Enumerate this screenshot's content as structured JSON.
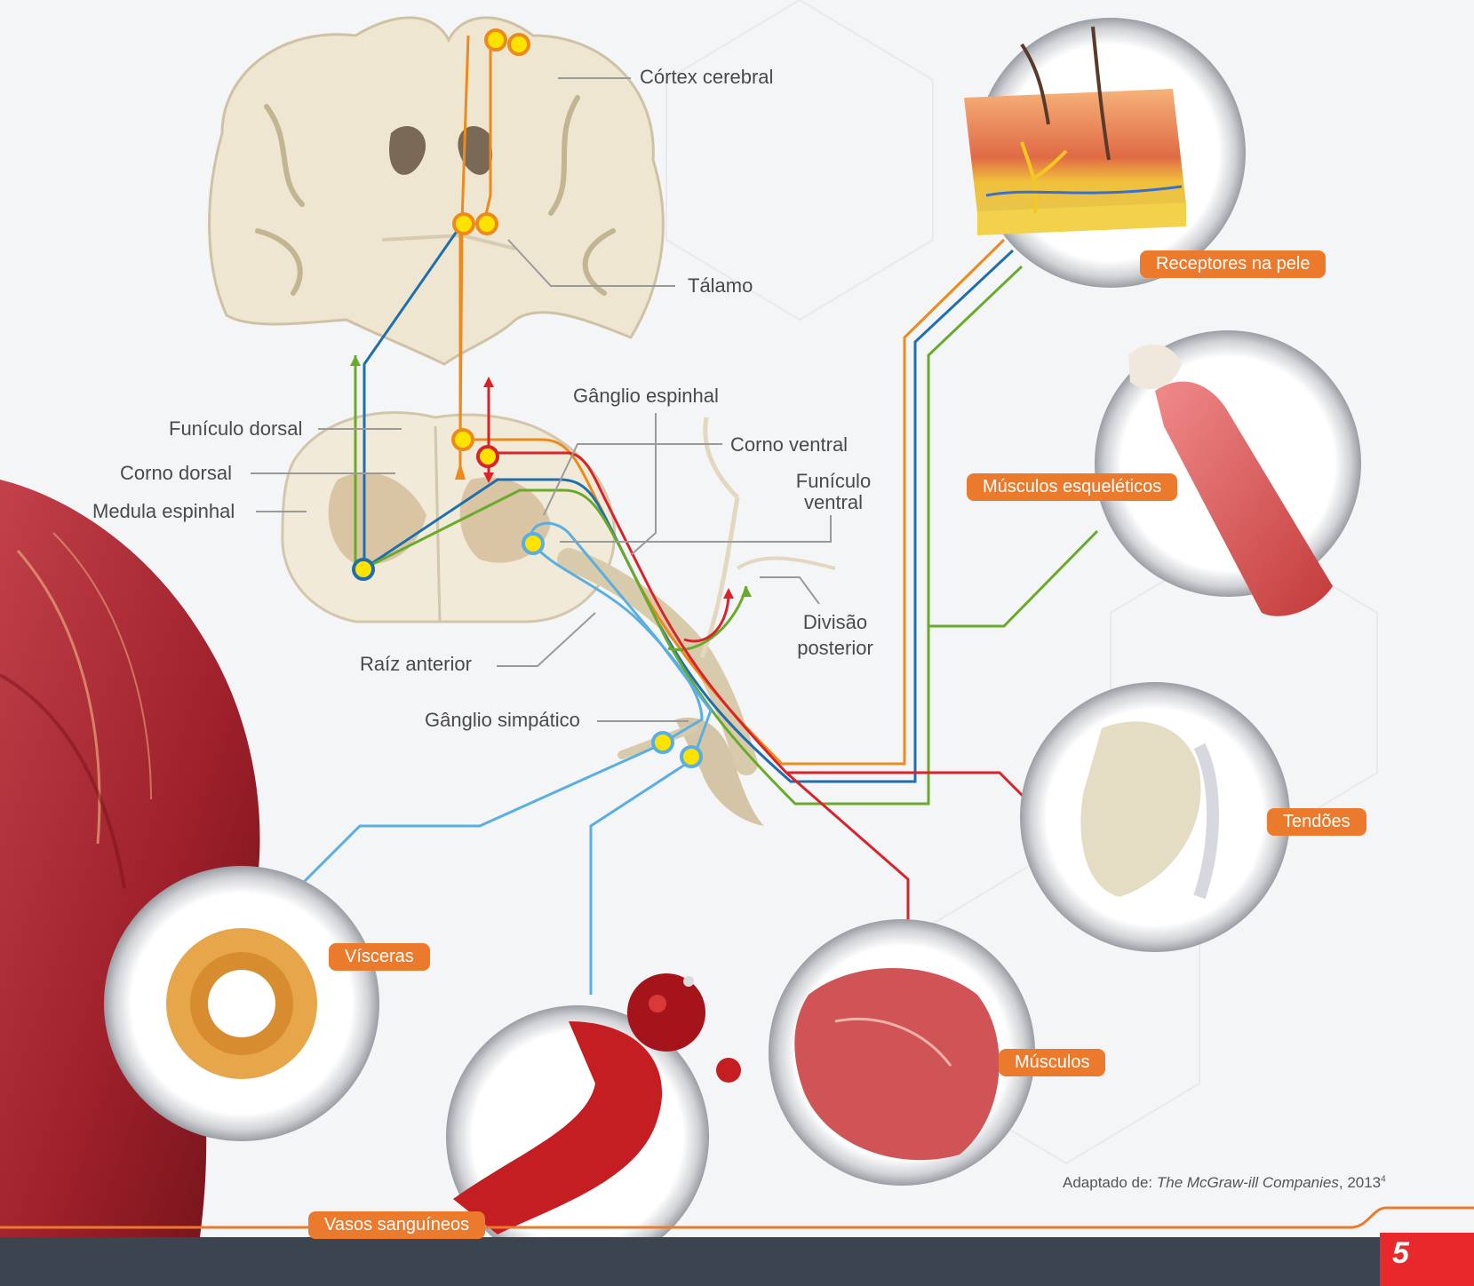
{
  "labels": {
    "cortex": "Córtex cerebral",
    "talamo": "Tálamo",
    "ganglio_espinhal": "Gânglio espinhal",
    "funiculo_dorsal": "Funículo dorsal",
    "corno_dorsal": "Corno dorsal",
    "medula": "Medula espinhal",
    "corno_ventral": "Corno ventral",
    "funiculo_ventral_1": "Funículo",
    "funiculo_ventral_2": "ventral",
    "divisao_1": "Divisão",
    "divisao_2": "posterior",
    "raiz_anterior": "Raíz anterior",
    "ganglio_simpatico": "Gânglio simpático"
  },
  "badges": {
    "receptores": "Receptores na pele",
    "musculos_esqueleticos": "Músculos esqueléticos",
    "tendoes": "Tendões",
    "visceras": "Vísceras",
    "musculos": "Músculos",
    "vasos": "Vasos sanguíneos"
  },
  "credit": {
    "prefix": "Adaptado de: ",
    "source": "The McGraw-ill Companies",
    "year": ", 2013",
    "ref": "4"
  },
  "page_number": "5",
  "colors": {
    "orange": "#ec8a1c",
    "blue": "#1f6fae",
    "green": "#6aaa2a",
    "red": "#d9232a",
    "lightblue": "#5aaee0",
    "badge": "#ec7a2c",
    "footer": "#3c4450",
    "page_tab": "#e8282b"
  }
}
